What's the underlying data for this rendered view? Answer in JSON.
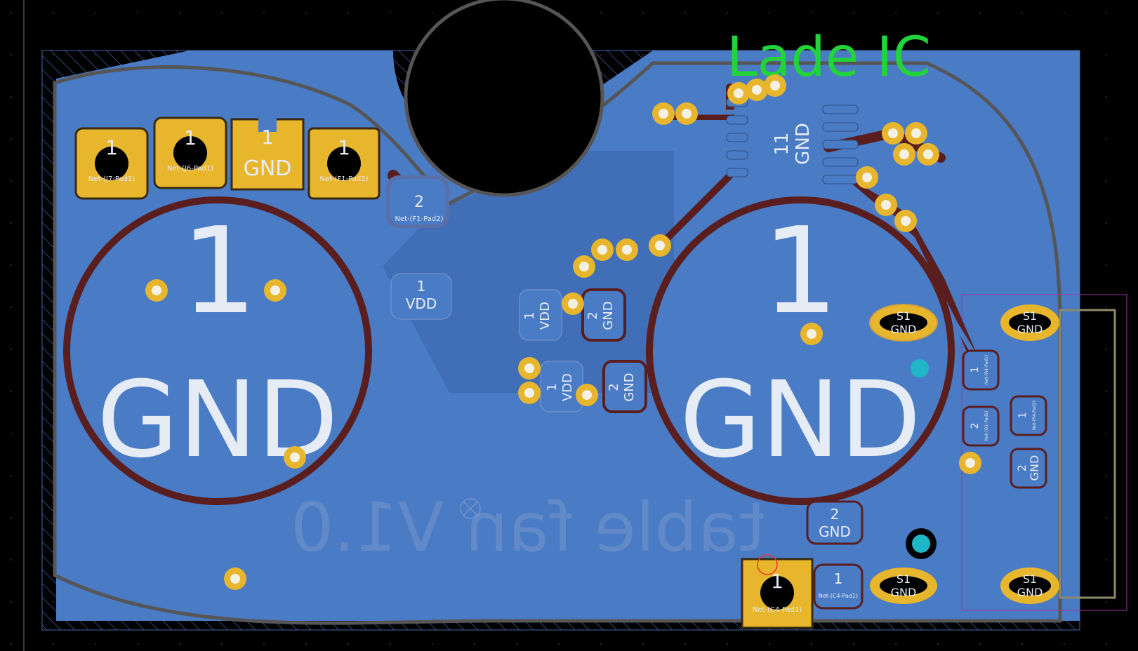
{
  "silkscreen": {
    "title": "Lade IC",
    "version_mirrored": "table fan V1.0",
    "color": "#22d33a"
  },
  "colors": {
    "background": "#000000",
    "copper_fill": "#4a7bc5",
    "pad_gold": "#e8b62c",
    "outline": "#555555",
    "trace_dark": "#5a1e1e",
    "via_ring": "#e8b62c",
    "marker": "#1fb7c8"
  },
  "big_pads": [
    {
      "number": "1",
      "net": "GND"
    },
    {
      "number": "1",
      "net": "GND"
    }
  ],
  "header_pads": [
    {
      "number": "1",
      "net": "Net-(J7-Pad1)"
    },
    {
      "number": "1",
      "net": "Net-(J6-Pad1)"
    },
    {
      "number": "1",
      "net": "GND"
    },
    {
      "number": "1",
      "net": "Net-(F1-Pad2)"
    }
  ],
  "f1_pad": {
    "number": "2",
    "net": "Net-(F1-Pad2)"
  },
  "vdd_pads": [
    {
      "number": "1",
      "net": "VDD"
    },
    {
      "number": "1",
      "net": "VDD"
    },
    {
      "number": "1",
      "net": "VDD"
    }
  ],
  "gnd_small_pads": [
    {
      "number": "2",
      "net": "GND"
    },
    {
      "number": "2",
      "net": "GND"
    },
    {
      "number": "2",
      "net": "GND"
    },
    {
      "number": "2",
      "net": "GND"
    }
  ],
  "ic_pad": {
    "number": "11",
    "net": "GND"
  },
  "usb_pads": [
    {
      "label": "S1",
      "net": "GND"
    },
    {
      "label": "S1",
      "net": "GND"
    },
    {
      "label": "S1",
      "net": "GND"
    },
    {
      "label": "S1",
      "net": "GND"
    }
  ],
  "c4": {
    "number": "1",
    "net": "Net-(C4-Pad1)"
  },
  "c4_small": {
    "number": "1",
    "net": "Net-(C4-Pad1)"
  },
  "r_pads": [
    {
      "number": "1",
      "net": "Net-(R4-Pad1)"
    },
    {
      "number": "2",
      "net": "Net-(D1-Pad1)"
    },
    {
      "number": "1",
      "net": "Net-(R4-Pad2)"
    }
  ]
}
